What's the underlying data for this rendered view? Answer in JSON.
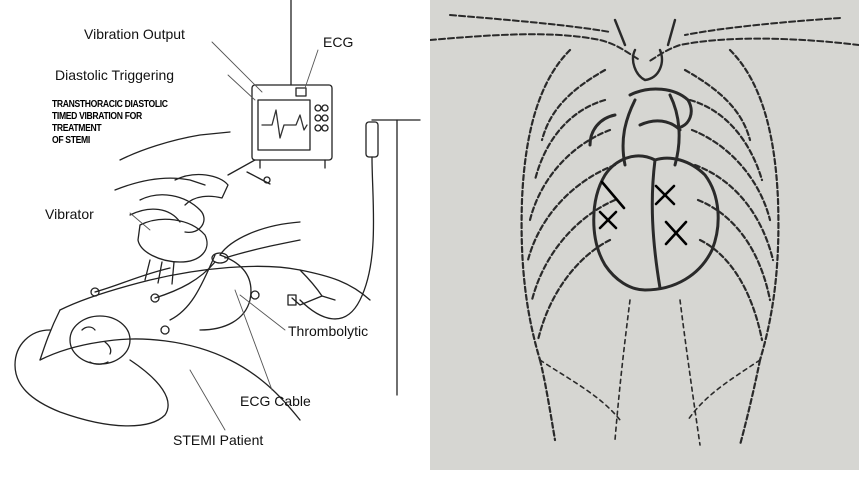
{
  "left_diagram": {
    "caption_lines": [
      "TRANSTHORACIC DIASTOLIC",
      "TIMED VIBRATION FOR TREATMENT",
      "OF STEMI"
    ],
    "labels": {
      "vibration_output": "Vibration Output",
      "ecg": "ECG",
      "diastolic_triggering": "Diastolic Triggering",
      "vibrator": "Vibrator",
      "thrombolytic": "Thrombolytic",
      "ecg_cable": "ECG Cable",
      "stemi_patient": "STEMI Patient"
    }
  },
  "right_diagram": {
    "markers": [
      "x-mark",
      "x-mark",
      "x-mark",
      "x-mark"
    ]
  }
}
